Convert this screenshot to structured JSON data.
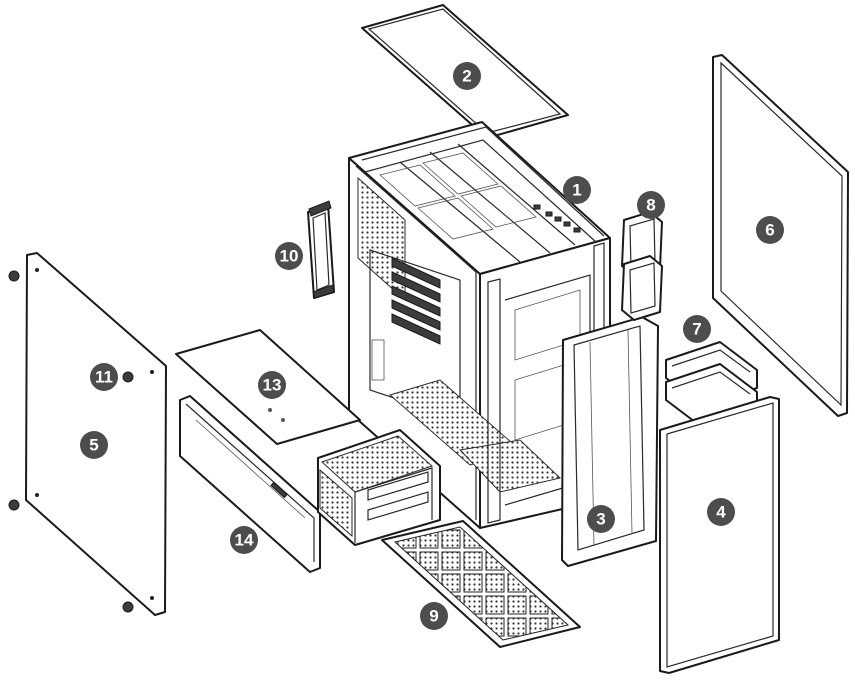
{
  "callouts": [
    {
      "id": 1,
      "label": "1"
    },
    {
      "id": 2,
      "label": "2"
    },
    {
      "id": 3,
      "label": "3"
    },
    {
      "id": 4,
      "label": "4"
    },
    {
      "id": 5,
      "label": "5"
    },
    {
      "id": 6,
      "label": "6"
    },
    {
      "id": 7,
      "label": "7"
    },
    {
      "id": 8,
      "label": "8"
    },
    {
      "id": 9,
      "label": "9"
    },
    {
      "id": 10,
      "label": "10"
    },
    {
      "id": 11,
      "label": "11"
    },
    {
      "id": 13,
      "label": "13"
    },
    {
      "id": 14,
      "label": "14"
    }
  ],
  "colors": {
    "callout_fill": "#4d4d4d",
    "callout_text": "#ffffff",
    "line": "#1a1a1a"
  },
  "icons": {
    "style": "line-art exploded view"
  }
}
